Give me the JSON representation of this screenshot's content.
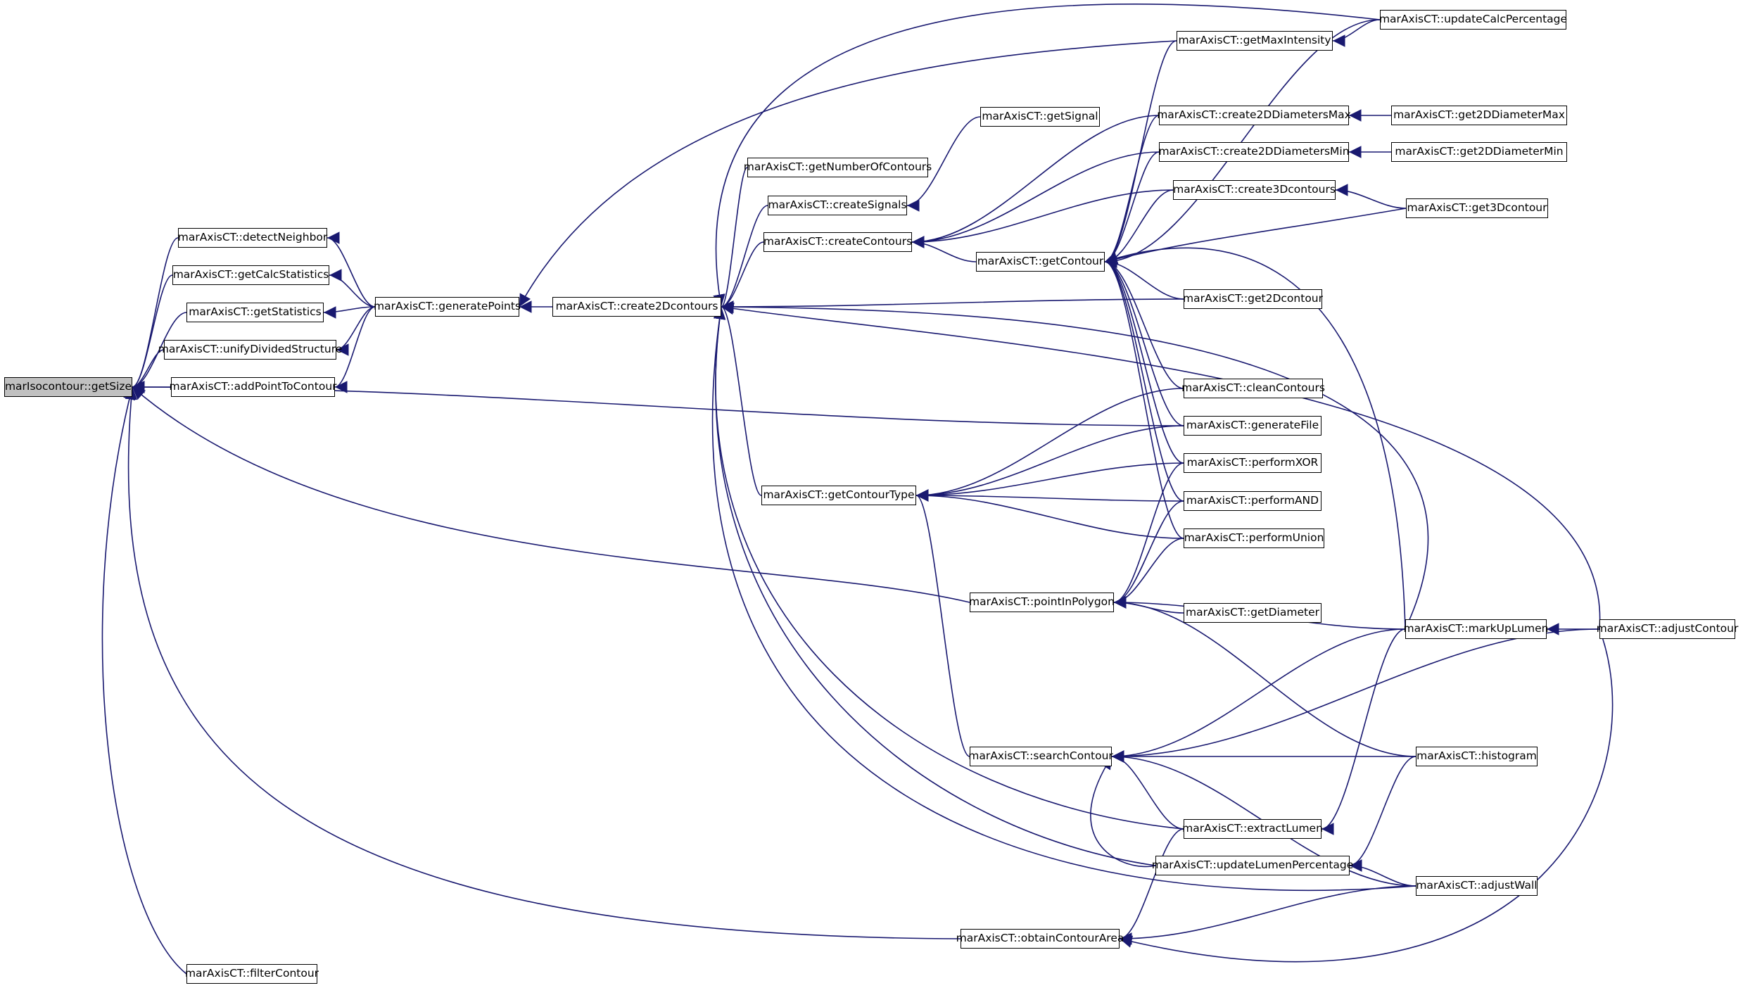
{
  "colors": {
    "edge": "#191970",
    "node_border": "#000000",
    "root_fill": "#c0c0c0",
    "node_fill": "#ffffff"
  },
  "root_id": "getSize",
  "nodes": [
    {
      "id": "getSize",
      "label": "marIsocontour::getSize"
    },
    {
      "id": "detectNeighbor",
      "label": "marAxisCT::detectNeighbor"
    },
    {
      "id": "getCalcStatistics",
      "label": "marAxisCT::getCalcStatistics"
    },
    {
      "id": "getStatistics",
      "label": "marAxisCT::getStatistics"
    },
    {
      "id": "unifyDividedStructure",
      "label": "marAxisCT::unifyDividedStructure"
    },
    {
      "id": "addPointToContour",
      "label": "marAxisCT::addPointToContour"
    },
    {
      "id": "filterContour",
      "label": "marAxisCT::filterContour"
    },
    {
      "id": "generatePoints",
      "label": "marAxisCT::generatePoints"
    },
    {
      "id": "create2Dcontours",
      "label": "marAxisCT::create2Dcontours"
    },
    {
      "id": "getNumberOfContours",
      "label": "marAxisCT::getNumberOfContours"
    },
    {
      "id": "createSignals",
      "label": "marAxisCT::createSignals"
    },
    {
      "id": "createContours",
      "label": "marAxisCT::createContours"
    },
    {
      "id": "getSignal",
      "label": "marAxisCT::getSignal"
    },
    {
      "id": "getContourType",
      "label": "marAxisCT::getContourType"
    },
    {
      "id": "getContour",
      "label": "marAxisCT::getContour"
    },
    {
      "id": "pointInPolygon",
      "label": "marAxisCT::pointInPolygon"
    },
    {
      "id": "searchContour",
      "label": "marAxisCT::searchContour"
    },
    {
      "id": "obtainContourArea",
      "label": "marAxisCT::obtainContourArea"
    },
    {
      "id": "getMaxIntensity",
      "label": "marAxisCT::getMaxIntensity"
    },
    {
      "id": "create2DDiametersMax",
      "label": "marAxisCT::create2DDiametersMax"
    },
    {
      "id": "create2DDiametersMin",
      "label": "marAxisCT::create2DDiametersMin"
    },
    {
      "id": "create3Dcontours",
      "label": "marAxisCT::create3Dcontours"
    },
    {
      "id": "get2Dcontour",
      "label": "marAxisCT::get2Dcontour"
    },
    {
      "id": "cleanContours",
      "label": "marAxisCT::cleanContours"
    },
    {
      "id": "generateFile",
      "label": "marAxisCT::generateFile"
    },
    {
      "id": "performXOR",
      "label": "marAxisCT::performXOR"
    },
    {
      "id": "performAND",
      "label": "marAxisCT::performAND"
    },
    {
      "id": "performUnion",
      "label": "marAxisCT::performUnion"
    },
    {
      "id": "getDiameter",
      "label": "marAxisCT::getDiameter"
    },
    {
      "id": "extractLumen",
      "label": "marAxisCT::extractLumen"
    },
    {
      "id": "updateLumenPercentage",
      "label": "marAxisCT::updateLumenPercentage"
    },
    {
      "id": "updateCalcPercentage",
      "label": "marAxisCT::updateCalcPercentage"
    },
    {
      "id": "get2DDiameterMax",
      "label": "marAxisCT::get2DDiameterMax"
    },
    {
      "id": "get2DDiameterMin",
      "label": "marAxisCT::get2DDiameterMin"
    },
    {
      "id": "get3Dcontour",
      "label": "marAxisCT::get3Dcontour"
    },
    {
      "id": "markUpLumen",
      "label": "marAxisCT::markUpLumen"
    },
    {
      "id": "histogram",
      "label": "marAxisCT::histogram"
    },
    {
      "id": "adjustWall",
      "label": "marAxisCT::adjustWall"
    },
    {
      "id": "adjustContour",
      "label": "marAxisCT::adjustContour"
    }
  ],
  "edges": [
    {
      "from": "detectNeighbor",
      "to": "getSize"
    },
    {
      "from": "getCalcStatistics",
      "to": "getSize"
    },
    {
      "from": "getStatistics",
      "to": "getSize"
    },
    {
      "from": "unifyDividedStructure",
      "to": "getSize"
    },
    {
      "from": "addPointToContour",
      "to": "getSize"
    },
    {
      "from": "filterContour",
      "to": "getSize"
    },
    {
      "from": "generateFile",
      "to": "getSize"
    },
    {
      "from": "pointInPolygon",
      "to": "getSize"
    },
    {
      "from": "obtainContourArea",
      "to": "getSize"
    },
    {
      "from": "generatePoints",
      "to": "detectNeighbor"
    },
    {
      "from": "generatePoints",
      "to": "getCalcStatistics"
    },
    {
      "from": "generatePoints",
      "to": "getStatistics"
    },
    {
      "from": "generatePoints",
      "to": "unifyDividedStructure"
    },
    {
      "from": "generatePoints",
      "to": "addPointToContour"
    },
    {
      "from": "create2Dcontours",
      "to": "generatePoints"
    },
    {
      "from": "getMaxIntensity",
      "to": "generatePoints"
    },
    {
      "from": "getNumberOfContours",
      "to": "create2Dcontours"
    },
    {
      "from": "createSignals",
      "to": "create2Dcontours"
    },
    {
      "from": "createContours",
      "to": "create2Dcontours"
    },
    {
      "from": "getContourType",
      "to": "create2Dcontours"
    },
    {
      "from": "updateCalcPercentage",
      "to": "create2Dcontours"
    },
    {
      "from": "get2Dcontour",
      "to": "create2Dcontours"
    },
    {
      "from": "markUpLumen",
      "to": "create2Dcontours"
    },
    {
      "from": "adjustContour",
      "to": "create2Dcontours"
    },
    {
      "from": "updateLumenPercentage",
      "to": "create2Dcontours"
    },
    {
      "from": "extractLumen",
      "to": "create2Dcontours"
    },
    {
      "from": "adjustWall",
      "to": "create2Dcontours"
    },
    {
      "from": "getSignal",
      "to": "createSignals"
    },
    {
      "from": "create2DDiametersMax",
      "to": "createContours"
    },
    {
      "from": "create2DDiametersMin",
      "to": "createContours"
    },
    {
      "from": "create3Dcontours",
      "to": "createContours"
    },
    {
      "from": "getContour",
      "to": "createContours"
    },
    {
      "from": "cleanContours",
      "to": "getContourType"
    },
    {
      "from": "generateFile",
      "to": "getContourType"
    },
    {
      "from": "performXOR",
      "to": "getContourType"
    },
    {
      "from": "performAND",
      "to": "getContourType"
    },
    {
      "from": "performUnion",
      "to": "getContourType"
    },
    {
      "from": "searchContour",
      "to": "getContourType"
    },
    {
      "from": "getMaxIntensity",
      "to": "getContour"
    },
    {
      "from": "updateCalcPercentage",
      "to": "getContour"
    },
    {
      "from": "create2DDiametersMax",
      "to": "getContour"
    },
    {
      "from": "create2DDiametersMin",
      "to": "getContour"
    },
    {
      "from": "create3Dcontours",
      "to": "getContour"
    },
    {
      "from": "get3Dcontour",
      "to": "getContour"
    },
    {
      "from": "get2Dcontour",
      "to": "getContour"
    },
    {
      "from": "cleanContours",
      "to": "getContour"
    },
    {
      "from": "generateFile",
      "to": "getContour"
    },
    {
      "from": "performXOR",
      "to": "getContour"
    },
    {
      "from": "performAND",
      "to": "getContour"
    },
    {
      "from": "performUnion",
      "to": "getContour"
    },
    {
      "from": "markUpLumen",
      "to": "getContour"
    },
    {
      "from": "performXOR",
      "to": "pointInPolygon"
    },
    {
      "from": "performAND",
      "to": "pointInPolygon"
    },
    {
      "from": "performUnion",
      "to": "pointInPolygon"
    },
    {
      "from": "getDiameter",
      "to": "pointInPolygon"
    },
    {
      "from": "markUpLumen",
      "to": "pointInPolygon"
    },
    {
      "from": "histogram",
      "to": "pointInPolygon"
    },
    {
      "from": "markUpLumen",
      "to": "searchContour"
    },
    {
      "from": "adjustContour",
      "to": "searchContour"
    },
    {
      "from": "histogram",
      "to": "searchContour"
    },
    {
      "from": "extractLumen",
      "to": "searchContour"
    },
    {
      "from": "updateLumenPercentage",
      "to": "searchContour"
    },
    {
      "from": "adjustWall",
      "to": "searchContour"
    },
    {
      "from": "extractLumen",
      "to": "obtainContourArea"
    },
    {
      "from": "adjustWall",
      "to": "obtainContourArea"
    },
    {
      "from": "adjustContour",
      "to": "obtainContourArea"
    },
    {
      "from": "updateCalcPercentage",
      "to": "getMaxIntensity"
    },
    {
      "from": "get2DDiameterMax",
      "to": "create2DDiametersMax"
    },
    {
      "from": "get2DDiameterMin",
      "to": "create2DDiametersMin"
    },
    {
      "from": "get3Dcontour",
      "to": "create3Dcontours"
    },
    {
      "from": "histogram",
      "to": "updateLumenPercentage"
    },
    {
      "from": "adjustWall",
      "to": "updateLumenPercentage"
    },
    {
      "from": "markUpLumen",
      "to": "extractLumen"
    },
    {
      "from": "adjustContour",
      "to": "markUpLumen"
    }
  ]
}
